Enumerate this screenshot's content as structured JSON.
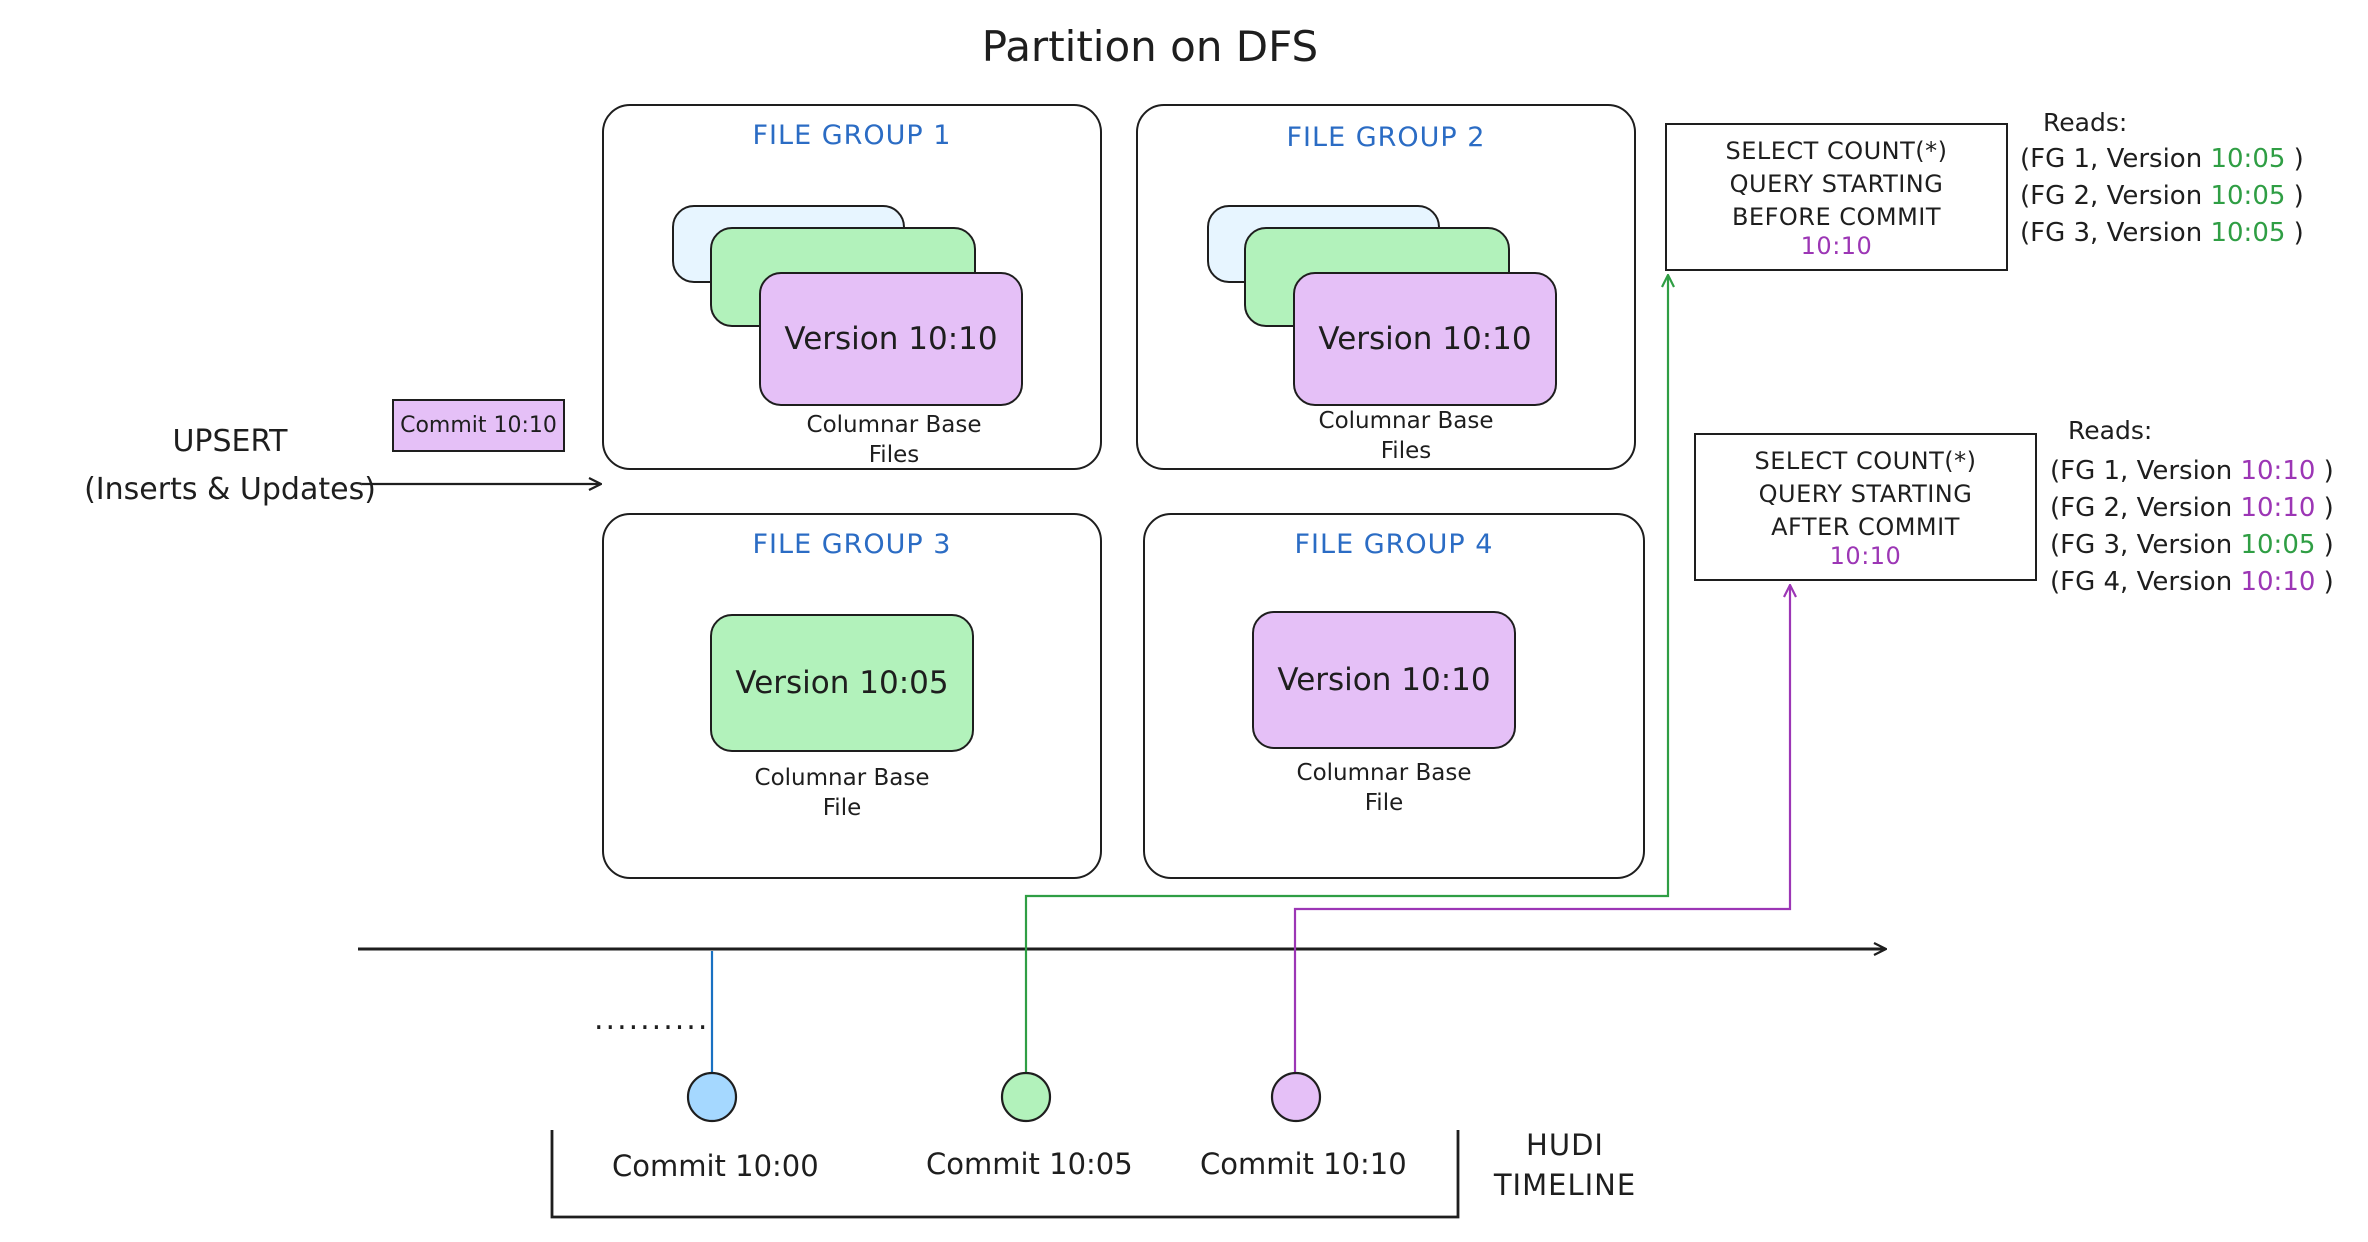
{
  "title": "Partition on DFS",
  "upsert": {
    "line1": "UPSERT",
    "line2": "(Inserts & Updates)"
  },
  "commit_badge": "Commit 10:10",
  "file_groups": [
    {
      "title": "FILE GROUP 1",
      "version": "Version 10:10",
      "caption1": "Columnar Base",
      "caption2": "Files"
    },
    {
      "title": "FILE GROUP 2",
      "version": "Version 10:10",
      "caption1": "Columnar Base",
      "caption2": "Files"
    },
    {
      "title": "FILE GROUP 3",
      "version": "Version 10:05",
      "caption1": "Columnar Base",
      "caption2": "File"
    },
    {
      "title": "FILE GROUP 4",
      "version": "Version 10:10",
      "caption1": "Columnar Base",
      "caption2": "File"
    }
  ],
  "queries": [
    {
      "lines": [
        "SELECT COUNT(*)",
        "QUERY STARTING",
        "BEFORE COMMIT"
      ],
      "time": "10:10",
      "reads_heading": "Reads:",
      "reads": [
        {
          "prefix": "(FG 1, Version",
          "version": "10:05",
          "suffix": ")"
        },
        {
          "prefix": "(FG 2, Version",
          "version": "10:05",
          "suffix": ")"
        },
        {
          "prefix": "(FG 3, Version",
          "version": "10:05",
          "suffix": ")"
        }
      ]
    },
    {
      "lines": [
        "SELECT COUNT(*)",
        "QUERY STARTING",
        "AFTER COMMIT"
      ],
      "time": "10:10",
      "reads_heading": "Reads:",
      "reads": [
        {
          "prefix": "(FG 1, Version",
          "version": "10:10",
          "suffix": ")"
        },
        {
          "prefix": "(FG 2, Version",
          "version": "10:10",
          "suffix": ")"
        },
        {
          "prefix": "(FG 3, Version",
          "version": "10:05",
          "suffix": ")"
        },
        {
          "prefix": "(FG 4, Version",
          "version": "10:10",
          "suffix": ")"
        }
      ]
    }
  ],
  "timeline": {
    "ellipsis": "..........",
    "commits": [
      "Commit 10:00",
      "Commit 10:05",
      "Commit 10:10"
    ],
    "label_line1": "HUDI",
    "label_line2": "TIMELINE"
  },
  "colors": {
    "file_group_title": "#2b6cc4",
    "version_green": "#2f9e44",
    "version_purple": "#9c36b5",
    "file_blue": "#e7f5ff",
    "file_green": "#b2f2bb",
    "file_purple": "#e5c0f7",
    "commit_blue": "#a5d8ff",
    "commit_green": "#b2f2bb",
    "commit_purple": "#e5c0f7",
    "line_blue": "#1971c2",
    "line_green": "#2f9e44",
    "line_purple": "#9c36b5"
  },
  "icons": [
    "arrow-right-icon",
    "arrow-up-icon"
  ]
}
